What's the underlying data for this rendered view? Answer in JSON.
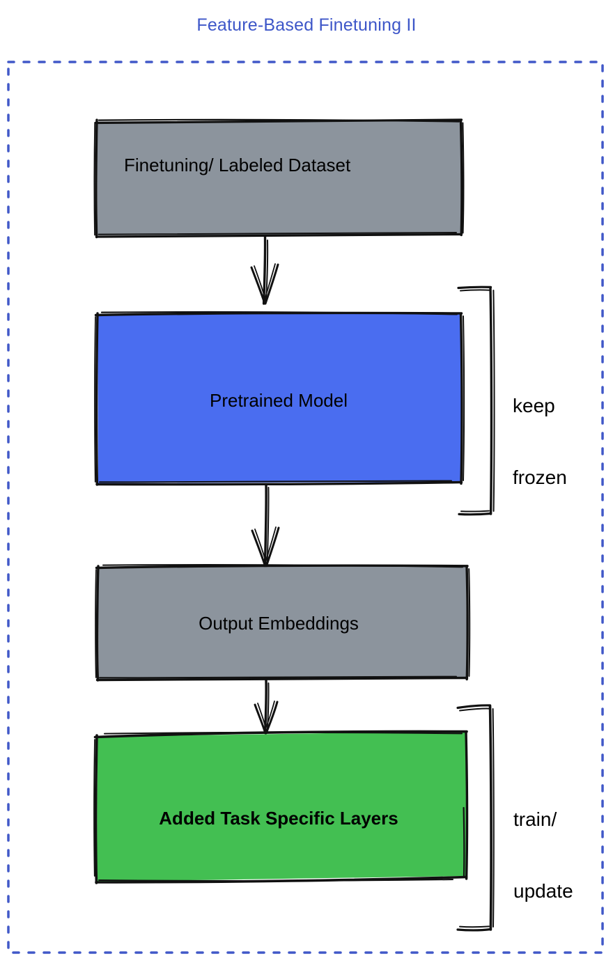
{
  "title": "Feature-Based Finetuning II",
  "colors": {
    "title_blue": "#3d56c8",
    "dashed_border_blue": "#4158c8",
    "gray_box": "#8c949d",
    "blue_box": "#4a6df0",
    "green_box": "#43bf52",
    "stroke_black": "#000000",
    "background": "#ffffff"
  },
  "outer_container": {
    "name": "dashed-boundary",
    "style": "dashed"
  },
  "nodes": [
    {
      "id": "finetuning-dataset",
      "label": "Finetuning/ Labeled Dataset",
      "fill": "#8c949d",
      "text_align": "left",
      "bold": false
    },
    {
      "id": "pretrained-model",
      "label": "Pretrained Model",
      "fill": "#4a6df0",
      "text_align": "center",
      "bold": false
    },
    {
      "id": "output-embeddings",
      "label": "Output Embeddings",
      "fill": "#8c949d",
      "text_align": "center",
      "bold": false
    },
    {
      "id": "added-task-specific-layers",
      "label": "Added Task Specific Layers",
      "fill": "#43bf52",
      "text_align": "center",
      "bold": true
    }
  ],
  "annotations": [
    {
      "id": "keep-frozen",
      "line1": "keep",
      "line2": "frozen",
      "target": "pretrained-model"
    },
    {
      "id": "train-update",
      "line1": "train/",
      "line2": "update",
      "target": "added-task-specific-layers"
    }
  ],
  "edges": [
    {
      "from": "finetuning-dataset",
      "to": "pretrained-model",
      "style": "arrow"
    },
    {
      "from": "pretrained-model",
      "to": "output-embeddings",
      "style": "arrow"
    },
    {
      "from": "output-embeddings",
      "to": "added-task-specific-layers",
      "style": "arrow"
    }
  ]
}
